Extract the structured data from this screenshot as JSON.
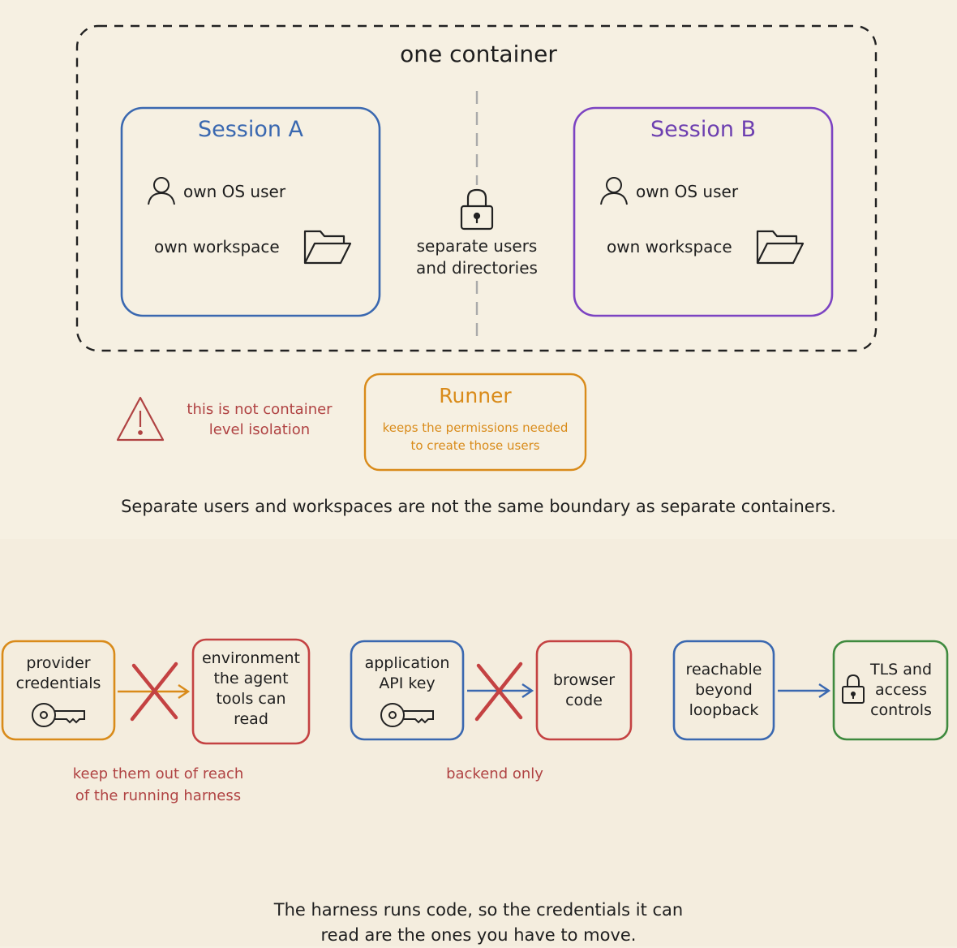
{
  "container": {
    "title": "one container"
  },
  "session_a": {
    "title": "Session A",
    "user_label": "own OS user",
    "workspace_label": "own workspace",
    "color": "#3a68b0"
  },
  "session_b": {
    "title": "Session B",
    "user_label": "own OS user",
    "workspace_label": "own workspace",
    "color": "#6d3fb0"
  },
  "divider": {
    "line1": "separate users",
    "line2": "and directories"
  },
  "warning": {
    "line1": "this is not container",
    "line2": "level isolation",
    "color": "#b04343"
  },
  "runner": {
    "title": "Runner",
    "line1": "keeps the permissions needed",
    "line2": "to create those users",
    "color": "#d98b1a"
  },
  "caption1": "Separate users and workspaces are not the same boundary as separate containers.",
  "flow1": {
    "source": {
      "line1": "provider",
      "line2": "credentials"
    },
    "target": {
      "line1": "environment",
      "line2": "the agent",
      "line3": "tools can",
      "line4": "read"
    },
    "note": {
      "line1": "keep them out of reach",
      "line2": "of the running harness"
    }
  },
  "flow2": {
    "source": {
      "line1": "application",
      "line2": "API key"
    },
    "target": {
      "line1": "browser",
      "line2": "code"
    },
    "note": "backend only"
  },
  "flow3": {
    "source": {
      "line1": "reachable",
      "line2": "beyond",
      "line3": "loopback"
    },
    "target": {
      "line1": "TLS and",
      "line2": "access",
      "line3": "controls"
    }
  },
  "caption2": {
    "line1": "The harness runs code, so the credentials it can",
    "line2": "read are the ones you have to move."
  },
  "icons": [
    "user-icon",
    "folder-icon",
    "lock-icon",
    "warning-icon",
    "key-icon",
    "cross-icon",
    "arrow-icon"
  ]
}
